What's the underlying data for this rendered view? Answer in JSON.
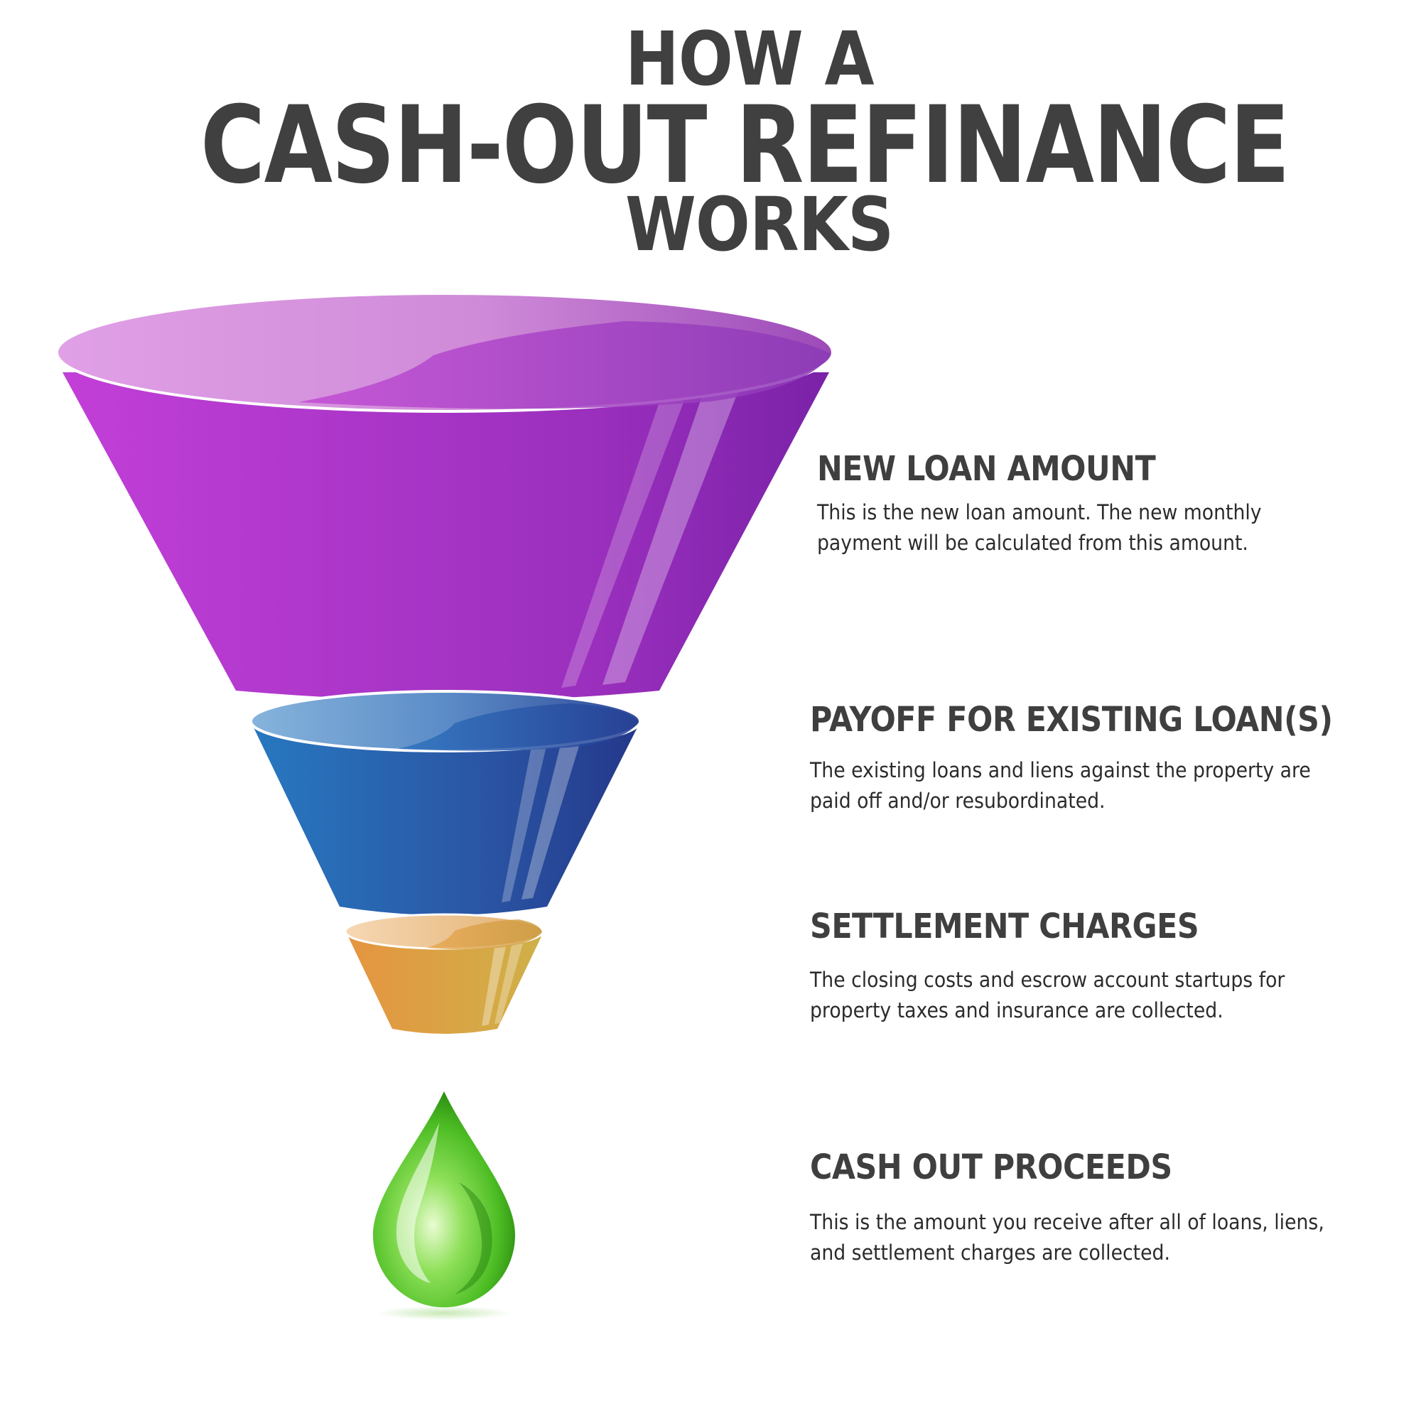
{
  "title": {
    "line1": "HOW A",
    "line2": "CASH-OUT REFINANCE",
    "line3": "WORKS"
  },
  "steps": [
    {
      "heading": "NEW LOAN AMOUNT",
      "text_lines": [
        "This is the new loan amount. The new monthly",
        "payment will be calculated from this amount."
      ],
      "color": "#b43ad0"
    },
    {
      "heading": "PAYOFF FOR EXISTING LOAN(S)",
      "text_lines": [
        "The existing loans and liens against the property are",
        "paid off and/or resubordinated."
      ],
      "color": "#2a5aa8"
    },
    {
      "heading": "SETTLEMENT CHARGES",
      "text_lines": [
        "The closing costs and escrow account startups for",
        "property taxes and insurance are collected."
      ],
      "color": "#d9a040"
    },
    {
      "heading": "CASH OUT PROCEEDS",
      "text_lines": [
        "This is the amount you receive after all of loans, liens,",
        "and settlement charges are collected."
      ],
      "color": "#5cc630"
    }
  ]
}
